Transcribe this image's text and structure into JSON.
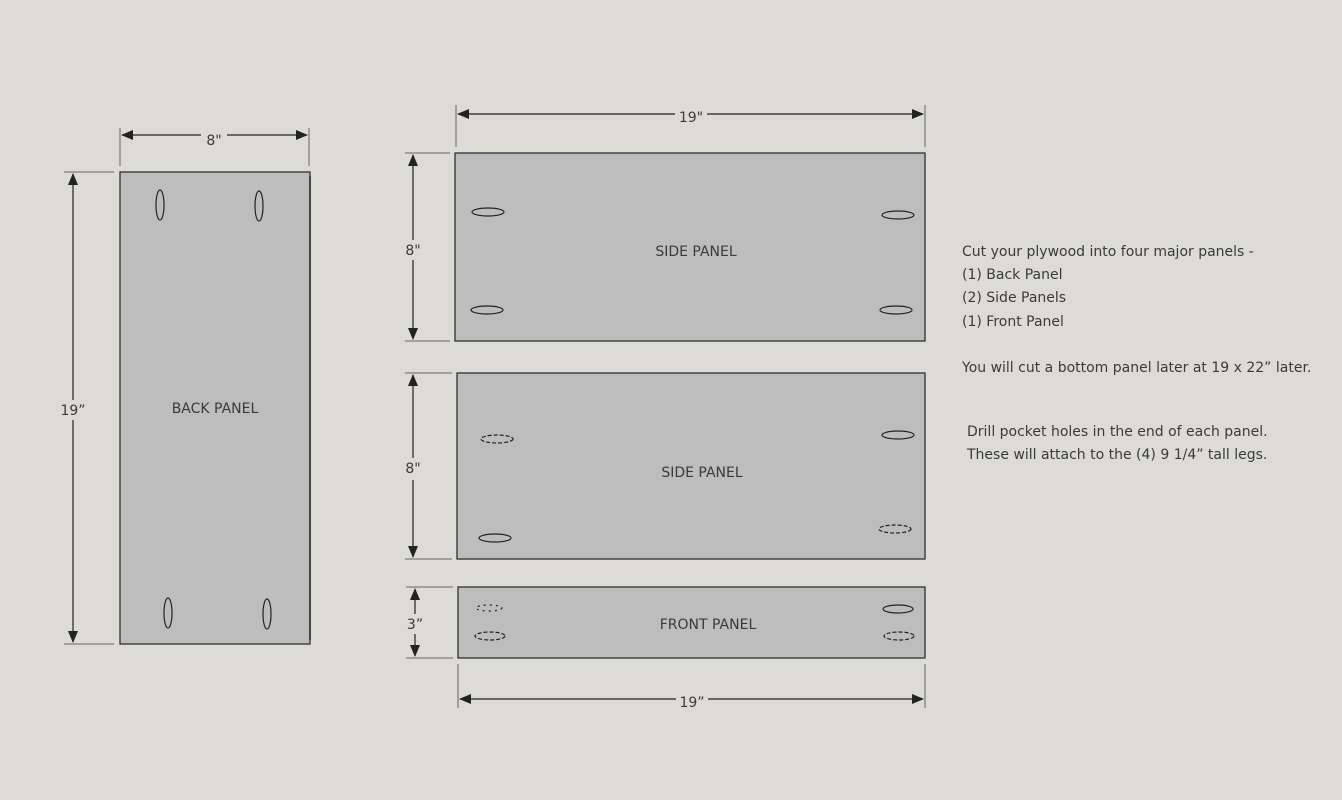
{
  "panels": {
    "back": "BACK PANEL",
    "side_1": "SIDE PANEL",
    "side_2": "SIDE PANEL",
    "front": "FRONT PANEL"
  },
  "dimensions": {
    "back_width": "8\"",
    "back_height": "19”",
    "side1_length": "19\"",
    "side1_height": "8\"",
    "side2_height": "8\"",
    "front_height": "3”",
    "front_length": "19”"
  },
  "notes": {
    "cut_intro": "Cut your plywood into four major panels -",
    "item_back": "(1) Back Panel",
    "item_sides": "(2) Side Panels",
    "item_front": "(1) Front Panel",
    "bottom_note": "You will cut a bottom panel later at 19 x 22” later.",
    "drill_line1": "Drill pocket holes in the end of each panel.",
    "drill_line2": "These will attach to the (4) 9 1/4” tall legs."
  },
  "colors": {
    "background": "#dcdbd7",
    "panel_fill": "#bdbdbd",
    "line": "#222222"
  }
}
